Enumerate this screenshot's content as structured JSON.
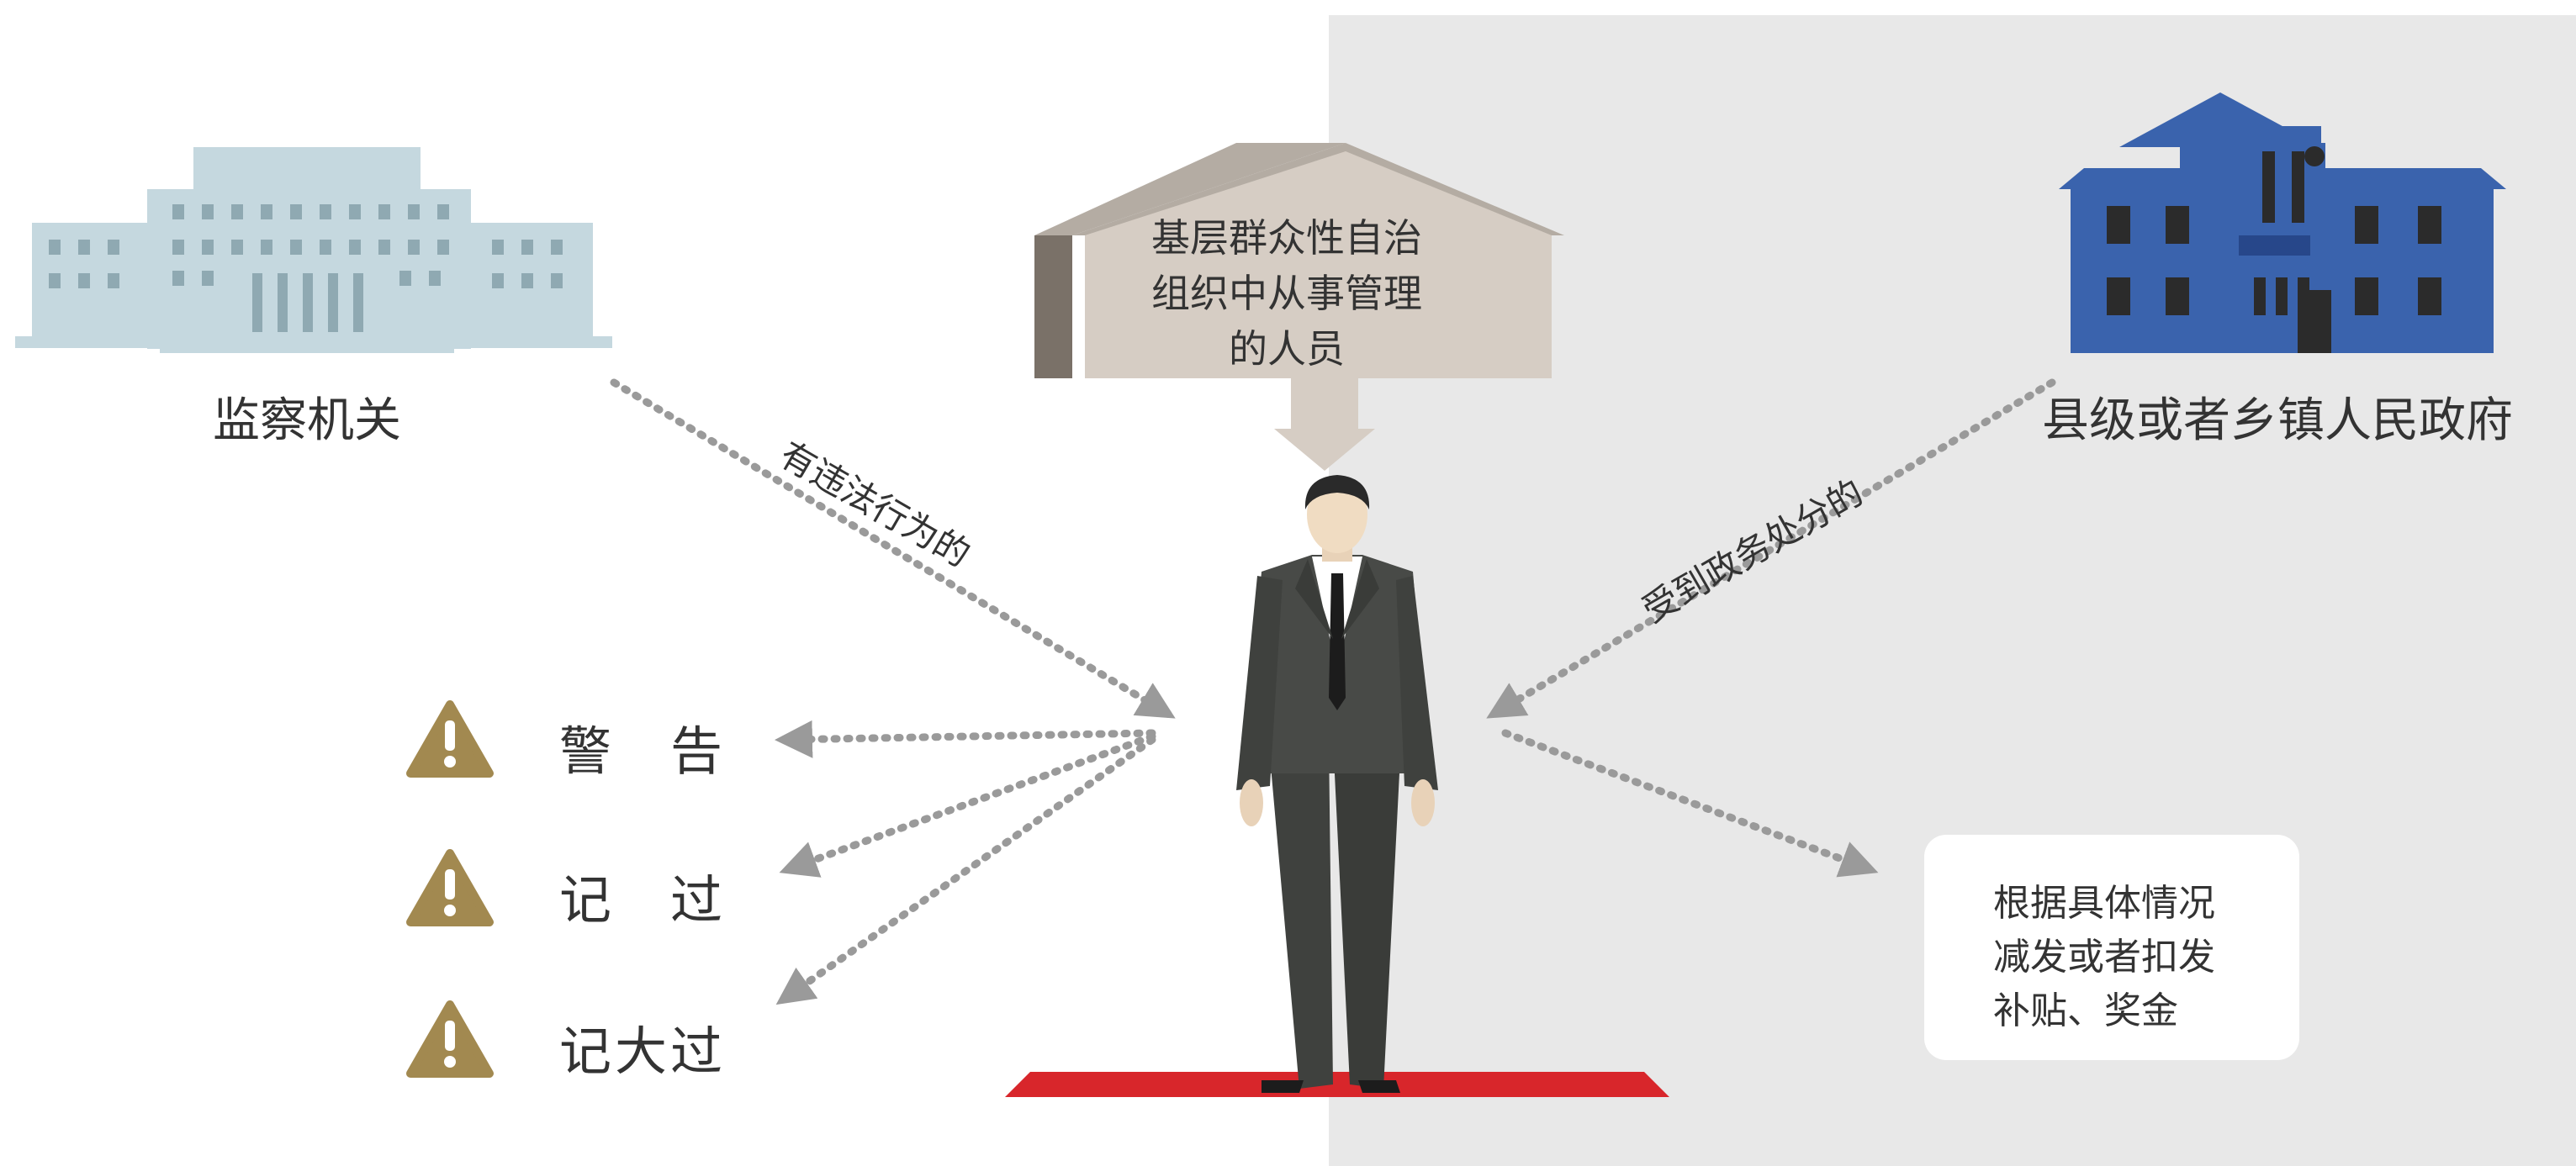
{
  "left_entity": {
    "label": "监察机关"
  },
  "right_entity": {
    "label": "县级或者乡镇人民政府"
  },
  "top_subject": {
    "lines": [
      "基层群众性自治",
      "组织中从事管理",
      "的人员"
    ]
  },
  "left_arrow_label": "有违法行为的",
  "right_arrow_label": "受到政务处分的",
  "penalties": [
    {
      "label": "警　告",
      "icon": "warning-icon"
    },
    {
      "label": "记　过",
      "icon": "warning-icon"
    },
    {
      "label": "记大过",
      "icon": "warning-icon"
    }
  ],
  "result": {
    "lines": [
      "根据具体情况",
      "减发或者扣发",
      "补贴、奖金"
    ]
  },
  "colors": {
    "left_building": "#c5d8df",
    "right_building": "#3a63ad",
    "house": "#d6cdc4",
    "warning": "#a28950",
    "carpet": "#d8262b",
    "right_background": "#e8e8e8",
    "arrow": "#9a9a9a"
  }
}
